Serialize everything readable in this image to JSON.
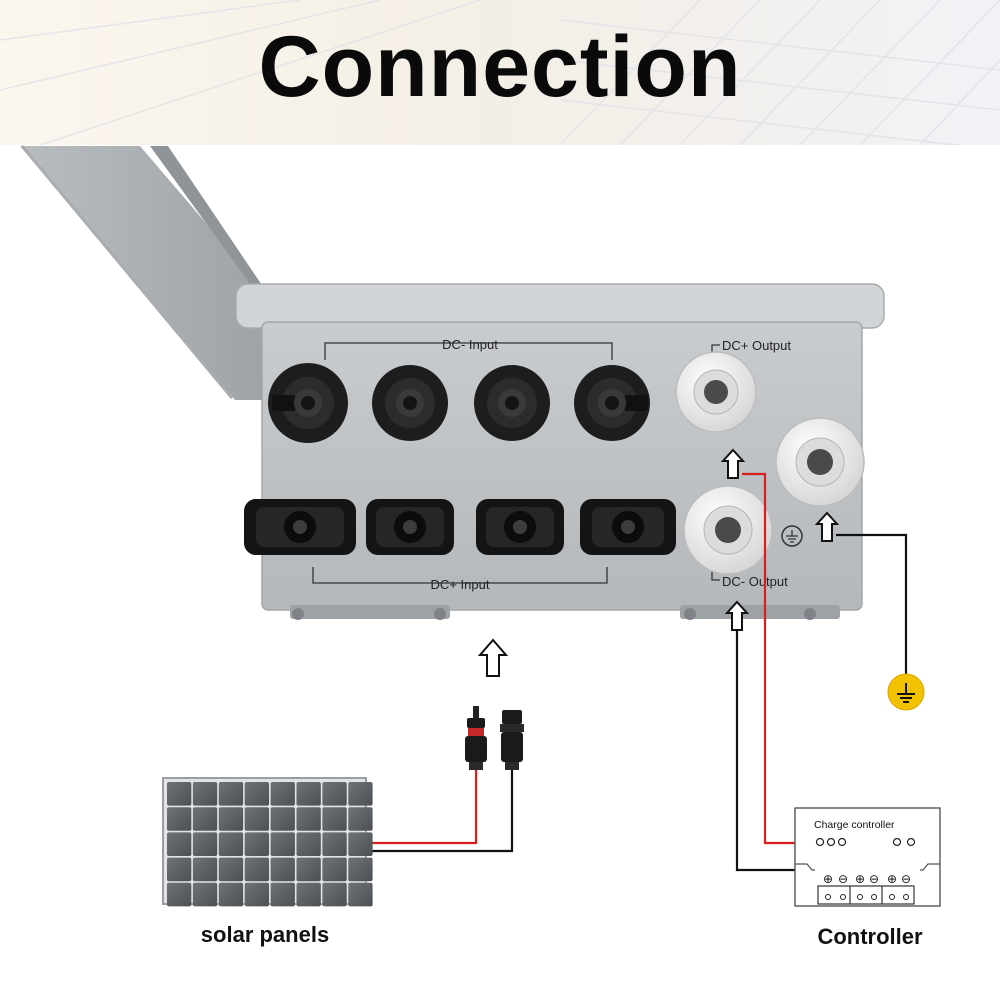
{
  "title": "Connection",
  "box_labels": {
    "dc_minus_input": "DC- Input",
    "dc_plus_input": "DC+ Input",
    "dc_plus_output": "DC+ Output",
    "dc_minus_output": "DC- Output"
  },
  "controller": {
    "title": "Charge controller",
    "terminal_symbols": [
      "⊕",
      "⊖",
      "⊕",
      "⊖",
      "⊕",
      "⊖"
    ]
  },
  "labels": {
    "solar_panels": "solar panels",
    "controller": "Controller"
  },
  "icons": [
    "up-arrow-icon",
    "ground-symbol-icon",
    "ground-badge-icon",
    "mc4-connector-icon"
  ],
  "colors": {
    "positive_wire": "#d81e1e",
    "negative_wire": "#111111",
    "ground_badge": "#f2c200",
    "enclosure": "#c3c7ca",
    "gland": "#eeeeee"
  }
}
